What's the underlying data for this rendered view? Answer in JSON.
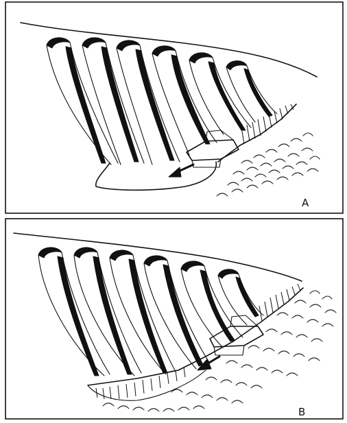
{
  "panels": [
    {
      "id": "A",
      "label": "A"
    },
    {
      "id": "B",
      "label": "B"
    }
  ],
  "chute_count": 6,
  "colors": {
    "ink": "#111111",
    "paper": "#ffffff"
  }
}
